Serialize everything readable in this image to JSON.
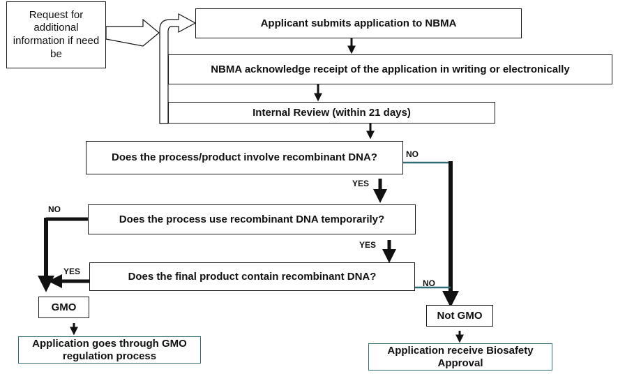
{
  "flowchart": {
    "request_info": "Request for additional information if need be",
    "submit": "Applicant submits application to NBMA",
    "acknowledge": "NBMA acknowledge receipt of the application in writing or electronically",
    "internal_review": "Internal Review (within 21 days)",
    "q_recombinant": "Does the process/product involve recombinant DNA?",
    "q_temporary": "Does the process use recombinant DNA temporarily?",
    "q_final": "Does the final product contain recombinant DNA?",
    "gmo": "GMO",
    "not_gmo": "Not GMO",
    "gmo_outcome": "Application goes through GMO regulation process",
    "not_gmo_outcome": "Application receive Biosafety Approval",
    "labels": {
      "no_q1": "NO",
      "yes_q1": "YES",
      "no_q2": "NO",
      "yes_q2": "YES",
      "yes_q3": "YES",
      "no_q3": "NO"
    }
  },
  "colors": {
    "line": "#111111",
    "teal_connector": "#2e6b73"
  }
}
